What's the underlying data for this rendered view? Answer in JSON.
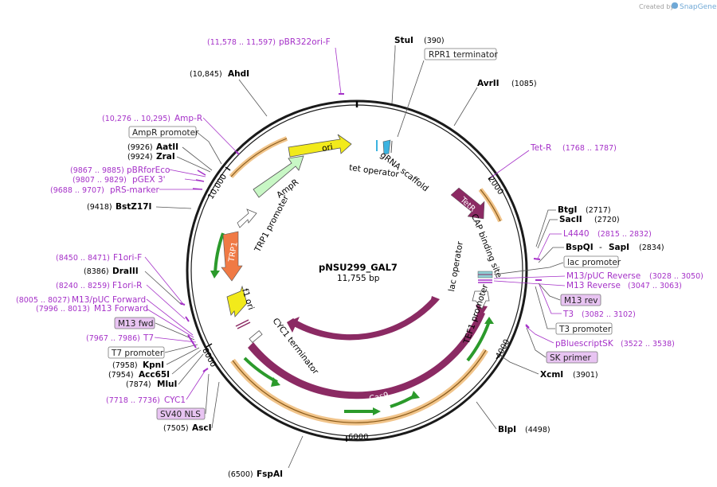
{
  "credit": {
    "prefix": "Created by",
    "brand": "SnapGene"
  },
  "plasmid": {
    "name": "pNSU299_GAL7",
    "size": "11,755 bp"
  },
  "ticks": [
    "2000",
    "4000",
    "6000",
    "8000",
    "10,000"
  ],
  "sites": {
    "stui": {
      "name": "StuI",
      "pos": "(390)"
    },
    "avrii": {
      "name": "AvrII",
      "pos": "(1085)"
    },
    "btgi": {
      "name": "BtgI",
      "pos": "(2717)"
    },
    "sacii": {
      "name": "SacII",
      "pos": "(2720)"
    },
    "bspqi": {
      "name": "BspQI",
      "pos": "(2834)"
    },
    "sapi": {
      "name": "SapI"
    },
    "xcmi": {
      "name": "XcmI",
      "pos": "(3901)"
    },
    "blpi": {
      "name": "BlpI",
      "pos": "(4498)"
    },
    "fspai": {
      "name": "FspAI",
      "pos": "(6500)"
    },
    "asci": {
      "name": "AscI",
      "pos": "(7505)"
    },
    "mlui": {
      "name": "MluI",
      "pos": "(7874)"
    },
    "acc65i": {
      "name": "Acc65I",
      "pos": "(7954)"
    },
    "kpni": {
      "name": "KpnI",
      "pos": "(7958)"
    },
    "draiii": {
      "name": "DraIII",
      "pos": "(8386)"
    },
    "bstz17i": {
      "name": "BstZ17I",
      "pos": "(9418)"
    },
    "zrai": {
      "name": "ZraI",
      "pos": "(9924)"
    },
    "aatii": {
      "name": "AatII",
      "pos": "(9926)"
    },
    "ahdi": {
      "name": "AhdI",
      "pos": "(10,845)"
    }
  },
  "primers": {
    "pbr322": {
      "name": "pBR322ori-F",
      "pos": "(11,578 .. 11,597)"
    },
    "tetr": {
      "name": "Tet-R",
      "pos": "(1768 .. 1787)"
    },
    "l4440": {
      "name": "L4440",
      "pos": "(2815 .. 2832)"
    },
    "m13puc_rev": {
      "name": "M13/pUC Reverse",
      "pos": "(3028 .. 3050)"
    },
    "m13rev": {
      "name": "M13 Reverse",
      "pos": "(3047 .. 3063)"
    },
    "t3": {
      "name": "T3",
      "pos": "(3082 .. 3102)"
    },
    "pbluescript": {
      "name": "pBluescriptSK",
      "pos": "(3522 .. 3538)"
    },
    "ampr": {
      "name": "Amp-R",
      "pos": "(10,276 .. 10,295)"
    },
    "pbrfor": {
      "name": "pBRforEco",
      "pos": "(9867 .. 9885)"
    },
    "pgex": {
      "name": "pGEX 3'",
      "pos": "(9807 .. 9829)"
    },
    "prs": {
      "name": "pRS-marker",
      "pos": "(9688 .. 9707)"
    },
    "f1orif": {
      "name": "F1ori-F",
      "pos": "(8450 .. 8471)"
    },
    "f1orir": {
      "name": "F1ori-R",
      "pos": "(8240 .. 8259)"
    },
    "m13puc_for": {
      "name": "M13/pUC Forward",
      "pos": "(8005 .. 8027)"
    },
    "m13for": {
      "name": "M13 Forward",
      "pos": "(7996 .. 8013)"
    },
    "t7": {
      "name": "T7",
      "pos": "(7967 .. 7986)"
    },
    "cyc1": {
      "name": "CYC1",
      "pos": "(7718 .. 7736)"
    }
  },
  "boxes": {
    "rpr1": "RPR1 terminator",
    "amprprom": "AmpR promoter",
    "lacprom": "lac promoter",
    "m13rev": "M13 rev",
    "t3prom": "T3 promoter",
    "skprimer": "SK primer",
    "m13fwd": "M13 fwd",
    "t7prom": "T7 promoter",
    "sv40": "SV40 NLS"
  },
  "features": {
    "ori": "ori",
    "ampr": "AmpR",
    "trp1": "TRP1",
    "trp1prom": "TRP1 promoter",
    "f1ori": "f1 ori",
    "cyc1term": "CYC1 terminator",
    "cas9a": "Cas9",
    "cas9b": "Cas9",
    "tef1": "TEF1 promoter",
    "lacop": "lac operator",
    "cap": "CAP binding site",
    "tetr": "TetR",
    "grna": "gRNA scaffold",
    "tetop": "tet operator"
  },
  "colors": {
    "backbone": "#1a1a1a",
    "primer": "#a531c8",
    "cas9": "#8b2a63",
    "ori": "#f2ea1b",
    "ampr": "#c8f7c5",
    "trp1": "#f07a45",
    "f1ori": "#f2ea1b",
    "orf_green": "#2b9a2b",
    "orf_glow": "#f1c48a",
    "grna": "#3cb3e0"
  }
}
